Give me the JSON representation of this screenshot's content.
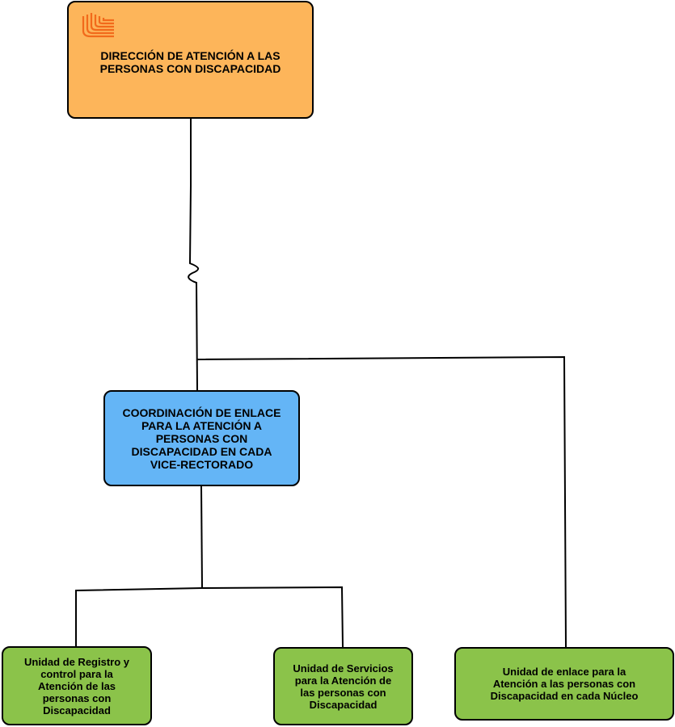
{
  "colors": {
    "direccion": "#fdb55a",
    "coordinacion": "#64b5f6",
    "unidad": "#8bc34a",
    "logo": "#f26a1b",
    "line": "#000000"
  },
  "nodes": {
    "direccion": {
      "label": "DIRECCIÓN DE ATENCIÓN A LAS\nPERSONAS CON DISCAPACIDAD",
      "logo_icon": "university-logo-icon"
    },
    "coordinacion": {
      "label": "COORDINACIÓN DE ENLACE\nPARA LA ATENCIÓN A\nPERSONAS CON\nDISCAPACIDAD EN CADA\nVICE-RECTORADO"
    },
    "registro": {
      "label": "Unidad de Registro y\ncontrol para la\nAtención de las\npersonas con\nDiscapacidad"
    },
    "servicios": {
      "label": "Unidad de Servicios\npara la Atención de\nlas personas con\nDiscapacidad"
    },
    "enlace_nucleo": {
      "label": "Unidad de enlace para la\nAtención a las personas con\nDiscapacidad en cada Núcleo"
    }
  },
  "edges": [
    {
      "from": "direccion",
      "to": "coordinacion",
      "style": "line-jump"
    },
    {
      "from": "direccion",
      "to": "enlace_nucleo"
    },
    {
      "from": "coordinacion",
      "to": "registro"
    },
    {
      "from": "coordinacion",
      "to": "servicios"
    }
  ]
}
